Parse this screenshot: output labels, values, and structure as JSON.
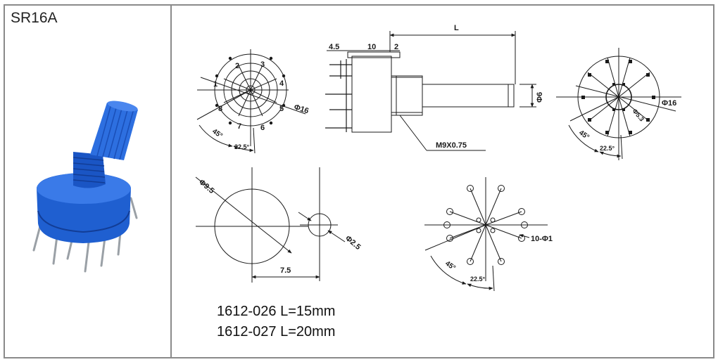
{
  "title": "SR16A",
  "notes": [
    "1612-026 L=15mm",
    "1612-027 L=20mm"
  ],
  "front_view": {
    "positions": [
      "1",
      "2",
      "3",
      "4",
      "5",
      "6",
      "7",
      "8"
    ],
    "diameter_label": "Φ16",
    "angle_label": "45°",
    "pitch_label": "22.5°"
  },
  "side_view": {
    "dim_a": "4.5",
    "dim_b": "10",
    "dim_c": "2",
    "length_label": "L",
    "shaft_dia_label": "Φ6",
    "thread_label": "M9X0.75"
  },
  "rear_view": {
    "diameter_label": "Φ16",
    "inner_label": "Φ5.3",
    "angle_label": "45°",
    "pitch_label": "22.5°"
  },
  "panel_cutout": {
    "hole_label": "Φ9.5",
    "pin_hole_label": "Φ2.5",
    "offset_label": "7.5"
  },
  "pcb_layout": {
    "holes_label": "10-Φ1",
    "angle_label": "45°",
    "pitch_label": "22.5°"
  },
  "colors": {
    "frame": "#8a8a8a",
    "line": "#1a1a1a",
    "body_blue": "#1f5fd0",
    "body_dark": "#123d96",
    "pin": "#9aa0a6"
  }
}
